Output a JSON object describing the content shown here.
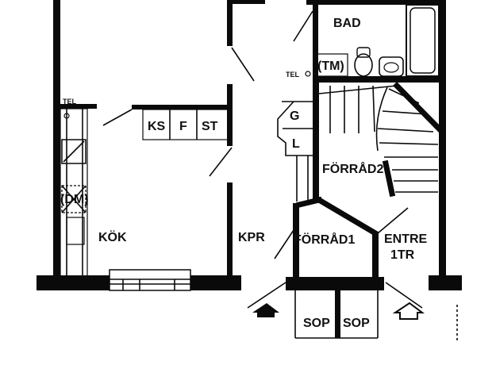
{
  "rooms": {
    "bad": "BAD",
    "tm": "(TM)",
    "kok": "KÖK",
    "kpr": "KPR",
    "forrad1": "FÖRRÅD1",
    "forrad2": "FÖRRÅD2",
    "entre_line1": "ENTRE",
    "entre_line2": "1TR",
    "dm": "(DM)",
    "ks": "KS",
    "f": "F",
    "st": "ST",
    "g": "G",
    "l": "L",
    "sop_left": "SOP",
    "sop_right": "SOP"
  },
  "fixtures": {
    "tel_kitchen": "TEL",
    "tel_hall": "TEL"
  }
}
